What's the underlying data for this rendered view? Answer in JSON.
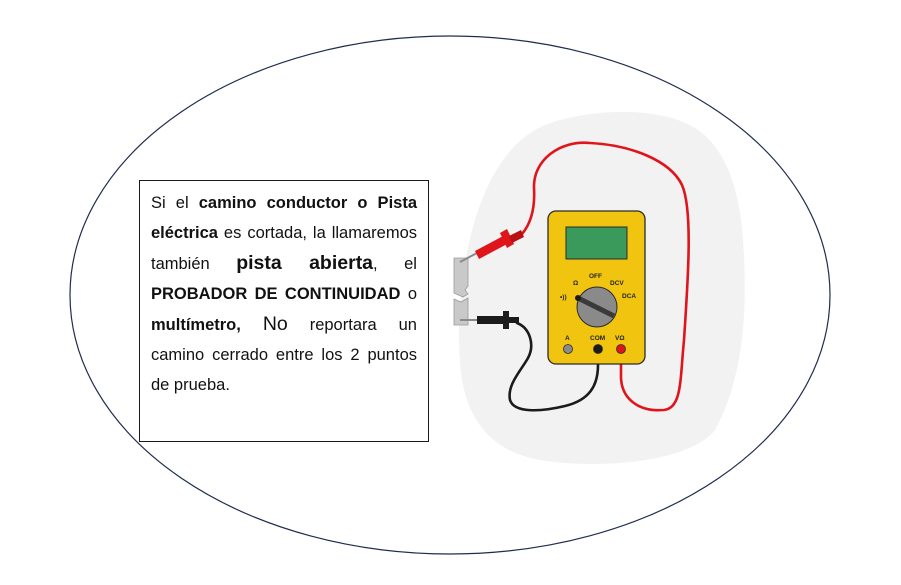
{
  "paragraph": {
    "t1": "Si el ",
    "t2": "camino conductor o Pista eléctrica",
    "t3": " es cortada, la llamaremos también ",
    "t4": "pista abierta",
    "t5": ", el ",
    "t6": "PROBADOR DE CONTINUIDAD",
    "t7": " o ",
    "t8": "multímetro,",
    "t9": "No",
    "t10": " reportara un camino cerrado entre los 2 puntos de prueba."
  },
  "multimeter": {
    "dial_off": "OFF",
    "dial_ohm": "Ω",
    "dial_dcv": "DCV",
    "dial_dca": "DCA",
    "dial_continuity": "•))",
    "jack_a": "A",
    "jack_com": "COM",
    "jack_vohm": "VΩ"
  },
  "colors": {
    "ellipse_border": "#1f2d4e",
    "multimeter_body": "#f1c40f",
    "display": "#3a9a5b",
    "red_lead": "#e0141b",
    "black_lead": "#1b1b1b",
    "backdrop": "#f2f2f2"
  }
}
